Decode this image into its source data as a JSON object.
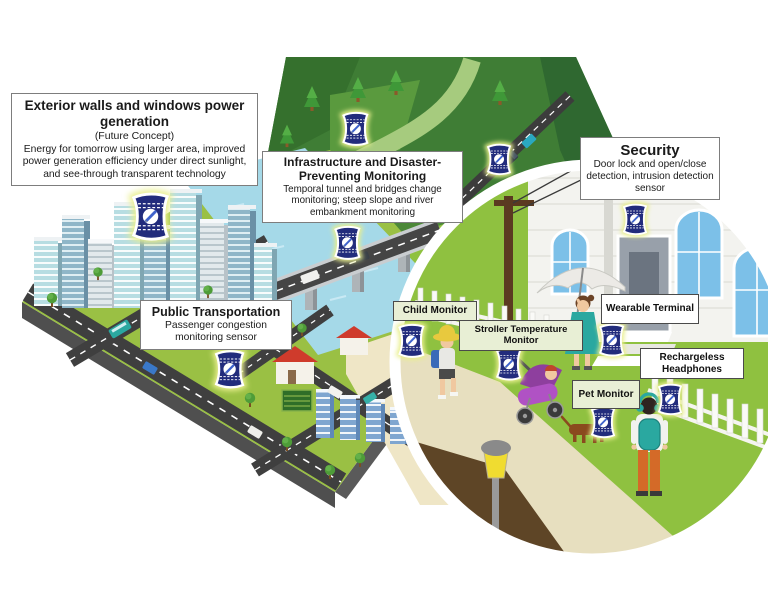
{
  "figure": {
    "type": "isometric-illustration",
    "description": "Smart town scene showing flexible solar-cell sensor applications"
  },
  "callouts": {
    "exterior_walls": {
      "title": "Exterior walls and windows power generation",
      "subtitle": "(Future Concept)",
      "body": "Energy for tomorrow using larger area, improved power generation efficiency under direct sunlight, and see-through transparent technology"
    },
    "infrastructure": {
      "title": "Infrastructure and Disaster-Preventing Monitoring",
      "body": "Temporal tunnel and bridges change monitoring; steep slope and river embankment monitoring"
    },
    "security": {
      "title": "Security",
      "body": "Door lock and open/close detection, intrusion detection sensor"
    },
    "public_transportation": {
      "title": "Public Transportation",
      "body": "Passenger congestion monitoring sensor"
    }
  },
  "device_tags": [
    {
      "id": "child-monitor",
      "label": "Child Monitor"
    },
    {
      "id": "stroller-temperature-monitor",
      "label": "Stroller Temperature Monitor"
    },
    {
      "id": "wearable-terminal",
      "label": "Wearable Terminal"
    },
    {
      "id": "rechargeless-headphones",
      "label": "Rechargeless Headphones"
    },
    {
      "id": "pet-monitor",
      "label": "Pet Monitor"
    }
  ],
  "icons": {
    "solar_cell": "flexible-solar-cell-icon",
    "instances": 11
  },
  "colors": {
    "solar_cell_navy": "#222c7c",
    "solar_cell_glow": "#e9ef8e",
    "mountain_green": "#3f7d35",
    "water_blue": "#a5d9e8",
    "road_gray": "#3f3f3f",
    "lawn_green": "#8fc140",
    "path_beige": "#e7dfbf",
    "dirt_brown": "#5e4526",
    "tag_green_bg": "#e8efd5",
    "tag_white_bg": "#ffffff",
    "callout_border": "#7d7d7d"
  }
}
